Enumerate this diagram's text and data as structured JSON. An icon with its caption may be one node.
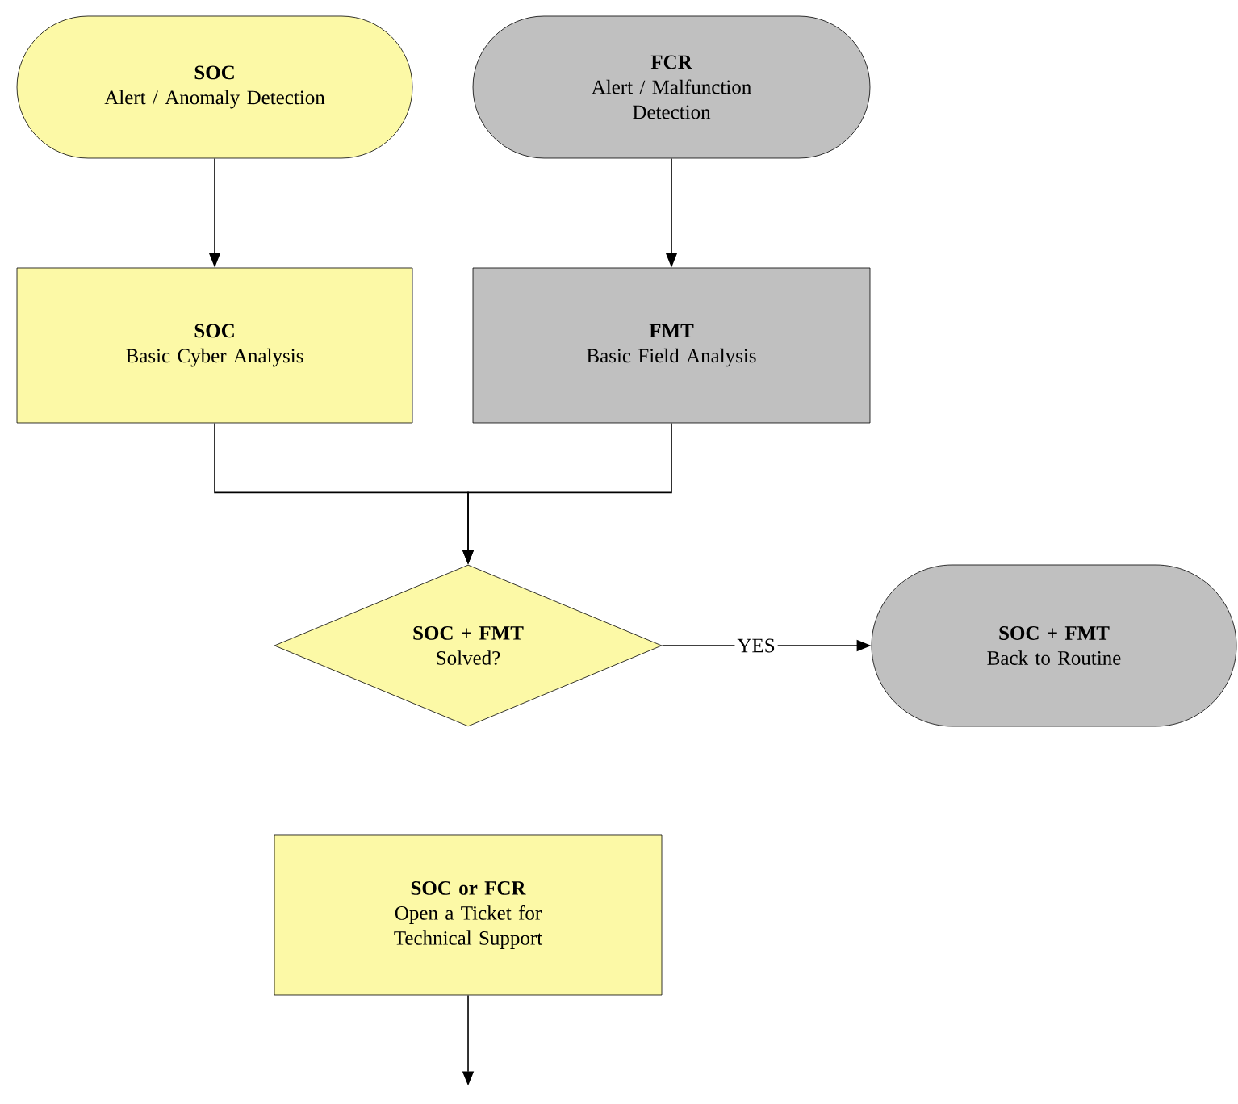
{
  "diagram": {
    "nodes": [
      {
        "text": [
          "SOC",
          "Alert / Anomaly Detection"
        ]
      },
      {
        "text": [
          "FCR",
          "Alert / Malfunction Detection"
        ]
      },
      {
        "text": [
          "SOC",
          "Basic Cyber Analysis"
        ]
      },
      {
        "text": [
          "FMT",
          "Basic Field Analysis"
        ]
      },
      {
        "text": [
          "SOC + FMT",
          "Solved?"
        ]
      },
      {
        "text": [
          "SOC + FMT",
          "Back to Routine"
        ]
      },
      {
        "text": [
          "SOC or FCR",
          "Open a Ticket for Technical Support"
        ]
      }
    ],
    "edges": [
      {
        "from": 0,
        "to": 2,
        "arrow": "to"
      },
      {
        "from": 1,
        "to": 3,
        "arrow": "to"
      },
      {
        "from": 2,
        "to": 4,
        "arrow": "to"
      },
      {
        "from": 3,
        "to": 4,
        "arrow": "to"
      },
      {
        "from": 4,
        "to": 5,
        "arrow": "to",
        "label": "YES"
      },
      {
        "from": 6,
        "to": null,
        "arrow": "to"
      }
    ]
  }
}
